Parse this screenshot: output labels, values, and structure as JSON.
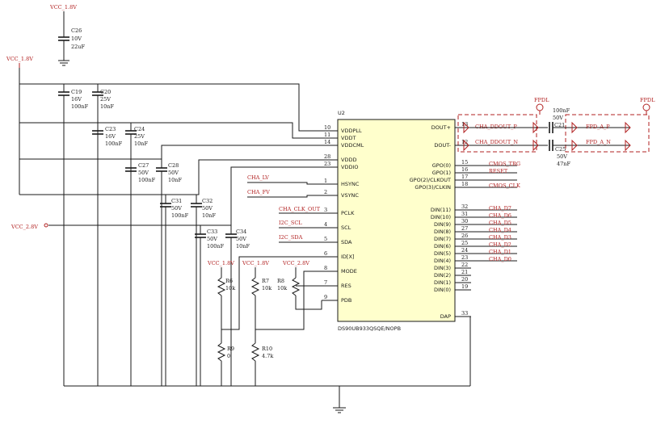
{
  "ic": {
    "ref": "U2",
    "part": "DS90UB933QSQE/NOPB",
    "left_pins": [
      {
        "num": "10",
        "name": "VDDPLL"
      },
      {
        "num": "11",
        "name": "VDDT"
      },
      {
        "num": "14",
        "name": "VDDCML"
      },
      {
        "num": "28",
        "name": "VDDD"
      },
      {
        "num": "23",
        "name": "VDDIO"
      },
      {
        "num": "1",
        "name": "HSYNC"
      },
      {
        "num": "2",
        "name": "VSYNC"
      },
      {
        "num": "3",
        "name": "PCLK"
      },
      {
        "num": "4",
        "name": "SCL"
      },
      {
        "num": "5",
        "name": "SDA"
      },
      {
        "num": "6",
        "name": "ID[X]"
      },
      {
        "num": "8",
        "name": "MODE"
      },
      {
        "num": "7",
        "name": "RES"
      },
      {
        "num": "9",
        "name": "PDB"
      }
    ],
    "right_pins": [
      {
        "num": "13",
        "name": "DOUT+"
      },
      {
        "num": "12",
        "name": "DOUT-"
      },
      {
        "num": "15",
        "name": "GPO(0)"
      },
      {
        "num": "16",
        "name": "GPO(1)"
      },
      {
        "num": "17",
        "name": "GPO(2)/CLKOUT"
      },
      {
        "num": "18",
        "name": "GPO(3)/CLKIN"
      },
      {
        "num": "32",
        "name": "DIN(11)"
      },
      {
        "num": "31",
        "name": "DIN(10)"
      },
      {
        "num": "30",
        "name": "DIN(9)"
      },
      {
        "num": "27",
        "name": "DIN(8)"
      },
      {
        "num": "26",
        "name": "DIN(7)"
      },
      {
        "num": "25",
        "name": "DIN(6)"
      },
      {
        "num": "24",
        "name": "DIN(5)"
      },
      {
        "num": "23",
        "name": "DIN(4)"
      },
      {
        "num": "22",
        "name": "DIN(3)"
      },
      {
        "num": "21",
        "name": "DIN(2)"
      },
      {
        "num": "20",
        "name": "DIN(1)"
      },
      {
        "num": "19",
        "name": "DIN(0)"
      },
      {
        "num": "33",
        "name": "DAP"
      }
    ]
  },
  "power": {
    "vcc18_a": "VCC_1.8V",
    "vcc18_b": "VCC_1.8V",
    "vcc28": "VCC_2.8V",
    "r6_vcc": "VCC_1.8V",
    "r7_vcc": "VCC_1.8V",
    "r8_vcc": "VCC_2.8V"
  },
  "caps": {
    "c26": {
      "ref": "C26",
      "v": "10V",
      "val": "22uF"
    },
    "c19": {
      "ref": "C19",
      "v": "16V",
      "val": "100nF"
    },
    "c20": {
      "ref": "C20",
      "v": "25V",
      "val": "10nF"
    },
    "c23": {
      "ref": "C23",
      "v": "16V",
      "val": "100nF"
    },
    "c24": {
      "ref": "C24",
      "v": "25V",
      "val": "10nF"
    },
    "c27": {
      "ref": "C27",
      "v": "50V",
      "val": "100nF"
    },
    "c28": {
      "ref": "C28",
      "v": "50V",
      "val": "10nF"
    },
    "c31": {
      "ref": "C31",
      "v": "50V",
      "val": "100nF"
    },
    "c32": {
      "ref": "C32",
      "v": "50V",
      "val": "10nF"
    },
    "c33": {
      "ref": "C33",
      "v": "50V",
      "val": "100nF"
    },
    "c34": {
      "ref": "C34",
      "v": "50V",
      "val": "10nF"
    },
    "c21": {
      "ref": "C21",
      "v": "50V",
      "val": "100nF"
    },
    "c25": {
      "ref": "C25",
      "v": "50V",
      "val": "47nF"
    }
  },
  "resistors": {
    "r6": {
      "ref": "R6",
      "val": "10k"
    },
    "r7": {
      "ref": "R7",
      "val": "10k"
    },
    "r8": {
      "ref": "R8",
      "val": "10k"
    },
    "r9": {
      "ref": "R9",
      "val": "0"
    },
    "r10": {
      "ref": "R10",
      "val": "4.7k"
    }
  },
  "nets_left": {
    "cha_lv": "CHA_LV",
    "cha_fv": "CHA_FV",
    "cha_clk_out": "CHA_CLK_OUT",
    "i2c_scl": "I2C_SCL",
    "i2c_sda": "I2C_SDA"
  },
  "nets_right": {
    "cmos_trg": "CMOS_TRG",
    "reset": "RESET",
    "cmos_clk": "CMOS_CLK",
    "d7": "CHA_D7",
    "d6": "CHA_D6",
    "d5": "CHA_D5",
    "d4": "CHA_D4",
    "d3": "CHA_D3",
    "d2": "CHA_D2",
    "d1": "CHA_D1",
    "d0": "CHA_D0",
    "ddout_p": "CHA_DDOUT_P",
    "ddout_n": "CHA_DDOUT_N",
    "fpd_p": "FPD_A_P",
    "fpd_n": "FPD_A_N",
    "fpdl1": "FPDL",
    "fpdl2": "FPDL"
  }
}
